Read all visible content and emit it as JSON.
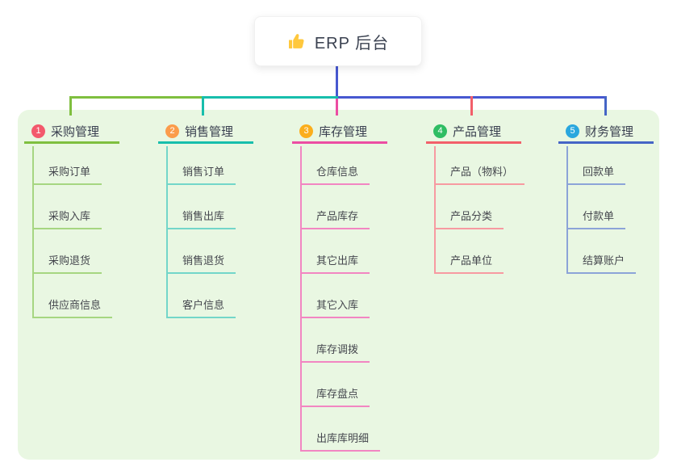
{
  "root": {
    "title": "ERP 后台",
    "icon": "thumbs-up-icon",
    "icon_color": "#FFC83D"
  },
  "panel": {
    "background": "#E9F7E2"
  },
  "connector": {
    "root_line_color": "#4758D0"
  },
  "branches": [
    {
      "number": "1",
      "label": "采购管理",
      "badge_color": "#F3596C",
      "line_color": "#7FBF3F",
      "sub_line_color": "#A6D681",
      "items": [
        "采购订单",
        "采购入库",
        "采购退货",
        "供应商信息"
      ]
    },
    {
      "number": "2",
      "label": "销售管理",
      "badge_color": "#FB9C4B",
      "line_color": "#17BEAC",
      "sub_line_color": "#73D6C9",
      "items": [
        "销售订单",
        "销售出库",
        "销售退货",
        "客户信息"
      ]
    },
    {
      "number": "3",
      "label": "库存管理",
      "badge_color": "#FBAE1C",
      "line_color": "#EC4DA3",
      "sub_line_color": "#F286C2",
      "items": [
        "仓库信息",
        "产品库存",
        "其它出库",
        "其它入库",
        "库存调拨",
        "库存盘点",
        "出库库明细"
      ]
    },
    {
      "number": "4",
      "label": "产品管理",
      "badge_color": "#2FBD63",
      "line_color": "#F25F6A",
      "sub_line_color": "#F79AA1",
      "items": [
        "产品（物料）",
        "产品分类",
        "产品单位"
      ]
    },
    {
      "number": "5",
      "label": "财务管理",
      "badge_color": "#2AA7DE",
      "line_color": "#4565C6",
      "sub_line_color": "#8CA4D8",
      "items": [
        "回款单",
        "付款单",
        "结算账户"
      ]
    }
  ]
}
